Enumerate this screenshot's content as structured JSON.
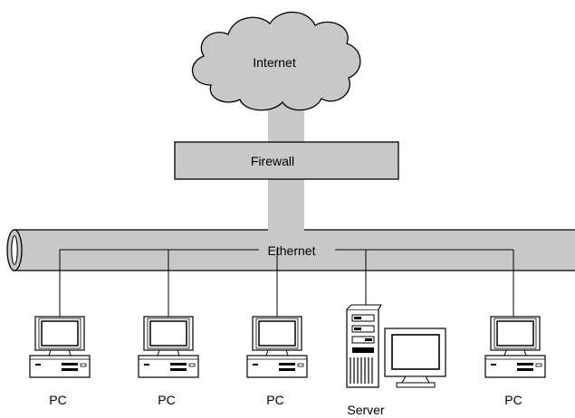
{
  "diagram": {
    "internet": {
      "label": "Internet"
    },
    "firewall": {
      "label": "Firewall"
    },
    "ethernet": {
      "label": "Ethernet"
    },
    "nodes": [
      {
        "label": "PC"
      },
      {
        "label": "PC"
      },
      {
        "label": "PC"
      },
      {
        "label": "Server"
      },
      {
        "label": "PC"
      }
    ]
  },
  "colors": {
    "fill": "#c8c8c8",
    "stroke": "#000000",
    "background": "#ffffff"
  }
}
